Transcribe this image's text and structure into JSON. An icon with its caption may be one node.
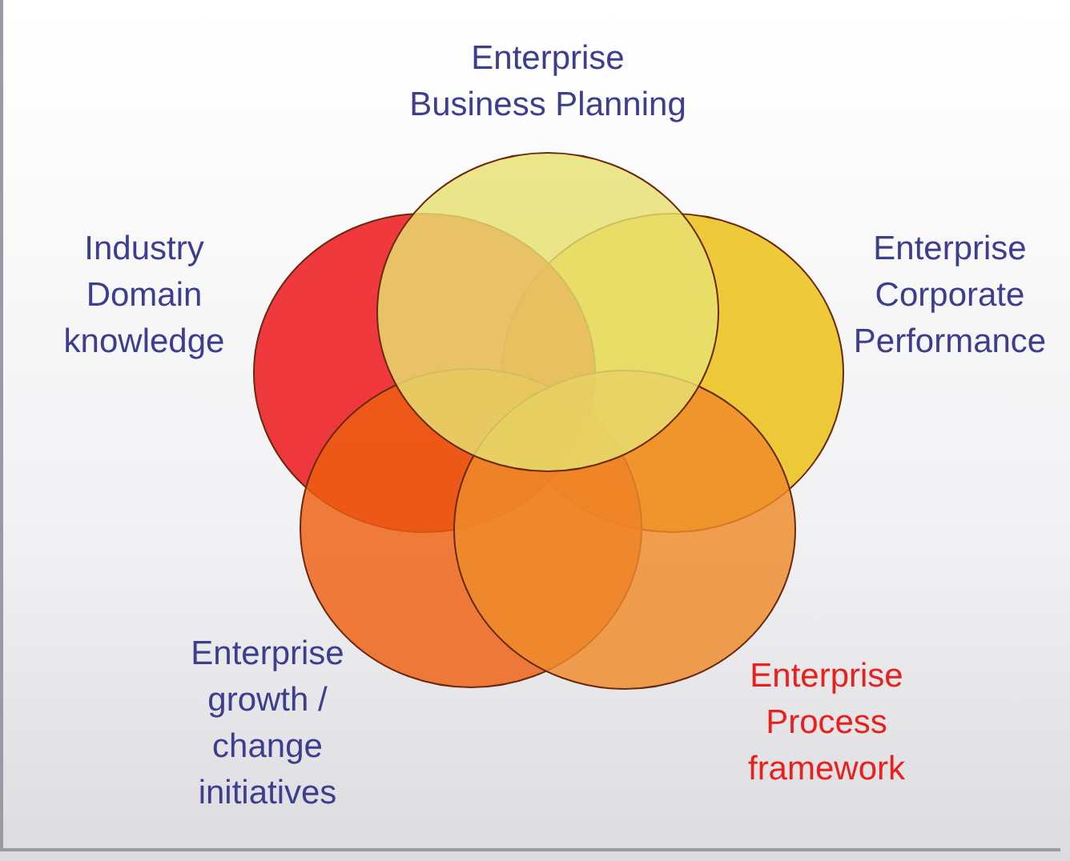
{
  "diagram": {
    "nodes": [
      {
        "text": [
          "Enterprise Business Planning"
        ]
      },
      {
        "text": [
          "Industry Domain knowledge"
        ]
      },
      {
        "text": [
          "Enterprise Corporate Performance"
        ]
      },
      {
        "text": [
          "Enterprise growth / change initiatives"
        ]
      },
      {
        "text": [
          "Enterprise Process framework"
        ]
      }
    ]
  }
}
